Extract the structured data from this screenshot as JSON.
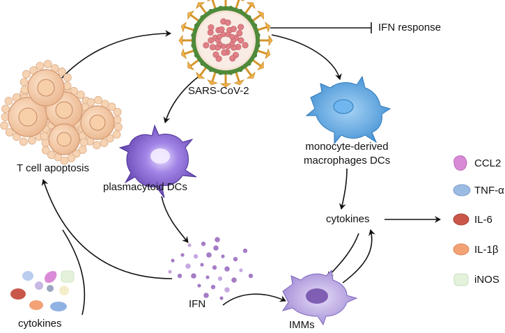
{
  "labels": {
    "virus": "SARS-CoV-2",
    "ifn_response": "IFN response",
    "t_cell_apoptosis": "T cell apoptosis",
    "pdc": "plasmacytoid DCs",
    "mdm_line1": "monocyte-derived",
    "mdm_line2": "macrophages DCs",
    "cytokines_center": "cytokines",
    "ifn": "IFN",
    "imms": "IMMs",
    "cytokines_left": "cytokines"
  },
  "legend": {
    "items": [
      {
        "label": "CCL2",
        "color": "#d98ad6",
        "icon": "ccl2-icon"
      },
      {
        "label": "TNF-α",
        "color": "#9cbbe2",
        "icon": "tnf-alpha-icon"
      },
      {
        "label": "IL-6",
        "color": "#d46a58",
        "icon": "il-6-icon"
      },
      {
        "label": "IL-1β",
        "color": "#f2a275",
        "icon": "il-1beta-icon"
      },
      {
        "label": "iNOS",
        "color": "#d7edcf",
        "icon": "inos-icon"
      }
    ]
  },
  "colors": {
    "virus_spike": "#e8a73a",
    "virus_membrane": "#4f8a3a",
    "virus_rna": "#d9747b",
    "pdc_cell": "#8a63d2",
    "macrophage_cell": "#5aa3dd",
    "imm_cell": "#a996d8",
    "t_cell": "#f1c9a4",
    "ifn_dots": "#a57cc6"
  }
}
